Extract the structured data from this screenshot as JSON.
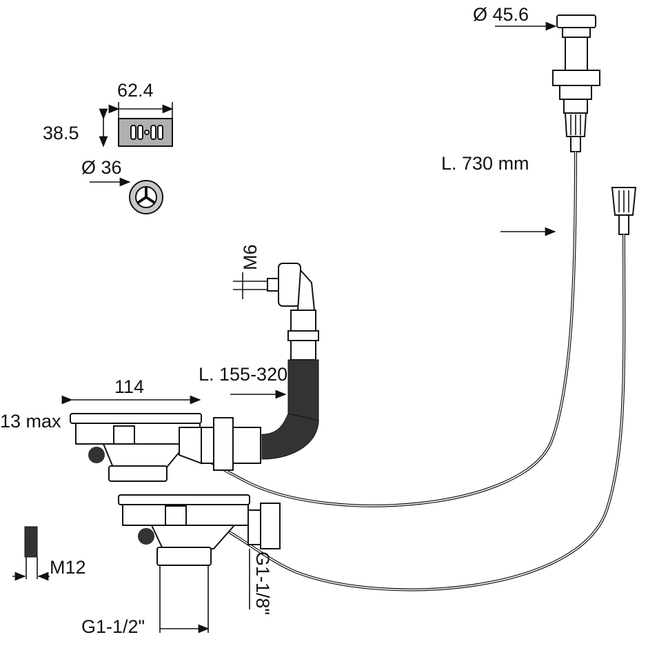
{
  "title": "Sink waste kit with remote control - technical drawing",
  "dimensions": {
    "button_diameter": "Ø 45.6",
    "cable_length": "L. 730 mm",
    "overflow_width": "62.4",
    "overflow_height": "38.5",
    "strainer_diameter": "Ø 36",
    "overflow_thread": "M6",
    "overflow_hose_length": "L. 155-320",
    "basket_diameter": "114",
    "sink_thickness": "13 max",
    "screw_thread": "M12",
    "side_outlet_thread": "G1-1/8\"",
    "outlet_thread": "G1-1/2\""
  },
  "colors": {
    "line": "#111111",
    "fill": "#ffffff",
    "overflow_plate": "#b0b0b0"
  }
}
